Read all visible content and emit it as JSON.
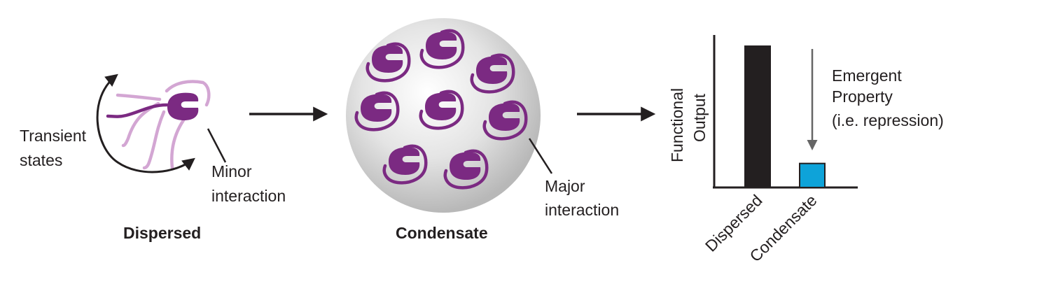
{
  "colors": {
    "molecule": "#7b2a82",
    "molecule_light": "#d3a6d3",
    "arrow": "#231f20",
    "bar_dispersed": "#231f20",
    "bar_condensate": "#0ea3d9",
    "emergent_arrow": "#666666"
  },
  "dispersed": {
    "title": "Dispersed",
    "transient_label_line1": "Transient",
    "transient_label_line2": "states",
    "minor_label_line1": "Minor",
    "minor_label_line2": "interaction"
  },
  "condensate": {
    "title": "Condensate",
    "major_label_line1": "Major",
    "major_label_line2": "interaction"
  },
  "chart_data": {
    "type": "bar",
    "ylabel_line1": "Functional",
    "ylabel_line2": "Output",
    "categories": [
      "Dispersed",
      "Condensate"
    ],
    "values": [
      1.0,
      0.17
    ],
    "ylim": [
      0,
      1.0
    ],
    "annotation_line1": "Emergent",
    "annotation_line2": "Property",
    "annotation_line3": "(i.e. repression)"
  }
}
